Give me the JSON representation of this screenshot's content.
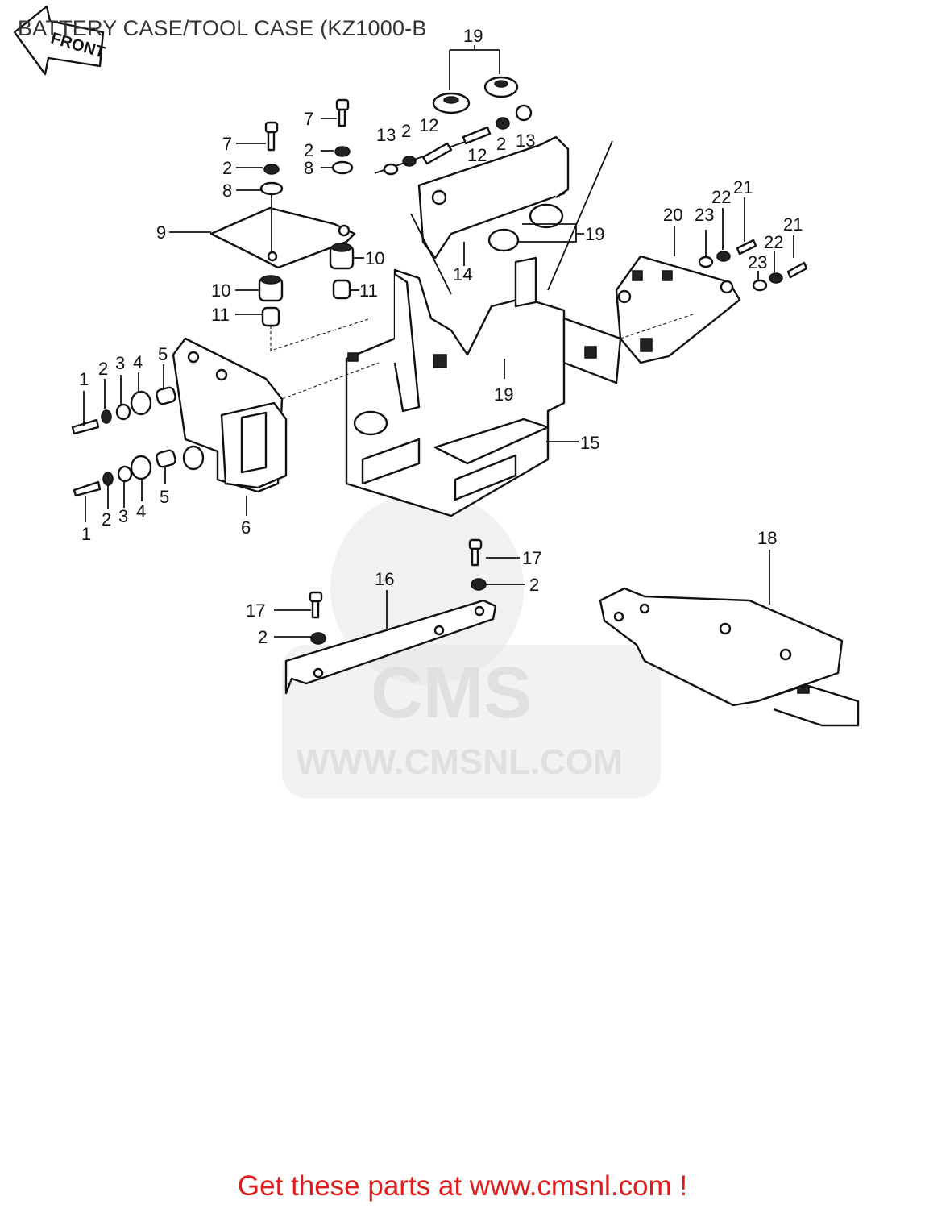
{
  "title": "BATTERY CASE/TOOL CASE (KZ1000-B",
  "front_arrow": "FRONT",
  "watermark": {
    "brand": "CMS",
    "url": "WWW.CMSNL.COM"
  },
  "footer": "Get these parts at www.cmsnl.com !",
  "callouts": {
    "c19a": "19",
    "c7a": "7",
    "c13a": "13",
    "c2a": "2",
    "c12a": "12",
    "c12b": "12",
    "c2b": "2",
    "c13b": "13",
    "c7b": "7",
    "c2c": "2",
    "c8a": "8",
    "c2d": "2",
    "c8b": "8",
    "c9": "9",
    "c10a": "10",
    "c10b": "10",
    "c11a": "11",
    "c11b": "11",
    "c14": "14",
    "c19b": "19",
    "c20": "20",
    "c23a": "23",
    "c22a": "22",
    "c21a": "21",
    "c21b": "21",
    "c22b": "22",
    "c23b": "23",
    "c1a": "1",
    "c2e": "2",
    "c3a": "3",
    "c4a": "4",
    "c5a": "5",
    "c19c": "19",
    "c15": "15",
    "c5b": "5",
    "c1b": "1",
    "c2f": "2",
    "c3b": "3",
    "c4b": "4",
    "c6": "6",
    "c18": "18",
    "c17a": "17",
    "c2g": "2",
    "c16": "16",
    "c17b": "17",
    "c2h": "2"
  }
}
